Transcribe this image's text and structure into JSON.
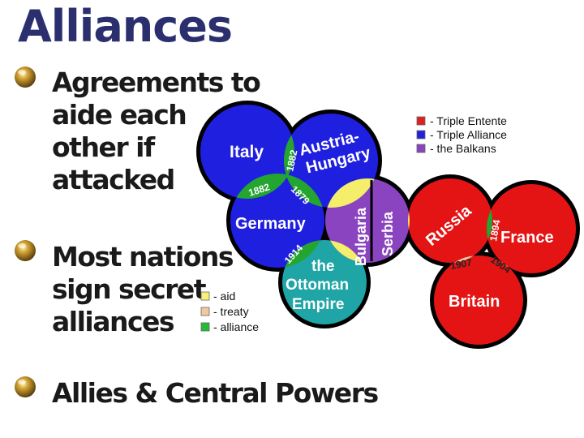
{
  "slide": {
    "title": "Alliances",
    "bullets": [
      {
        "lines": [
          "Agreements to",
          "aide each",
          "other if",
          "attacked"
        ]
      },
      {
        "lines": [
          "Most nations",
          "sign secret",
          "alliances"
        ]
      },
      {
        "lines": [
          "Allies & Central Powers"
        ]
      }
    ]
  },
  "diagram": {
    "countries": {
      "italy": "Italy",
      "austria_1": "Austria-",
      "austria_2": "Hungary",
      "germany": "Germany",
      "ottoman_1": "the",
      "ottoman_2": "Ottoman",
      "ottoman_3": "Empire",
      "bulgaria": "Bulgaria",
      "serbia": "Serbia",
      "russia": "Russia",
      "france": "France",
      "britain": "Britain"
    },
    "treaty_years": {
      "italy_austria": "1882",
      "italy_germany": "1882",
      "germany_austria": "1879",
      "germany_ottoman": "1914",
      "russia_france": "1894",
      "russia_britain": "1907",
      "france_britain": "1904"
    },
    "legend_groups": [
      {
        "text": "- Triple Entente",
        "color": "#e02020"
      },
      {
        "text": "- Triple Alliance",
        "color": "#2222dd"
      },
      {
        "text": "- the Balkans",
        "color": "#8a44c0"
      }
    ],
    "legend_links": [
      {
        "text": "- aid",
        "color": "#f7f07a"
      },
      {
        "text": "- treaty",
        "color": "#f1c9a0"
      },
      {
        "text": "- alliance",
        "color": "#22bb33"
      }
    ],
    "colors": {
      "triple_alliance": "#1f1fe0",
      "triple_entente": "#e41414",
      "balkans": "#8a44c0",
      "ottoman": "#1fa5a5",
      "aid": "#f4ee6a",
      "treaty": "#eec9a4",
      "alliance": "#23a52f",
      "title": "#2b2f6e"
    }
  }
}
